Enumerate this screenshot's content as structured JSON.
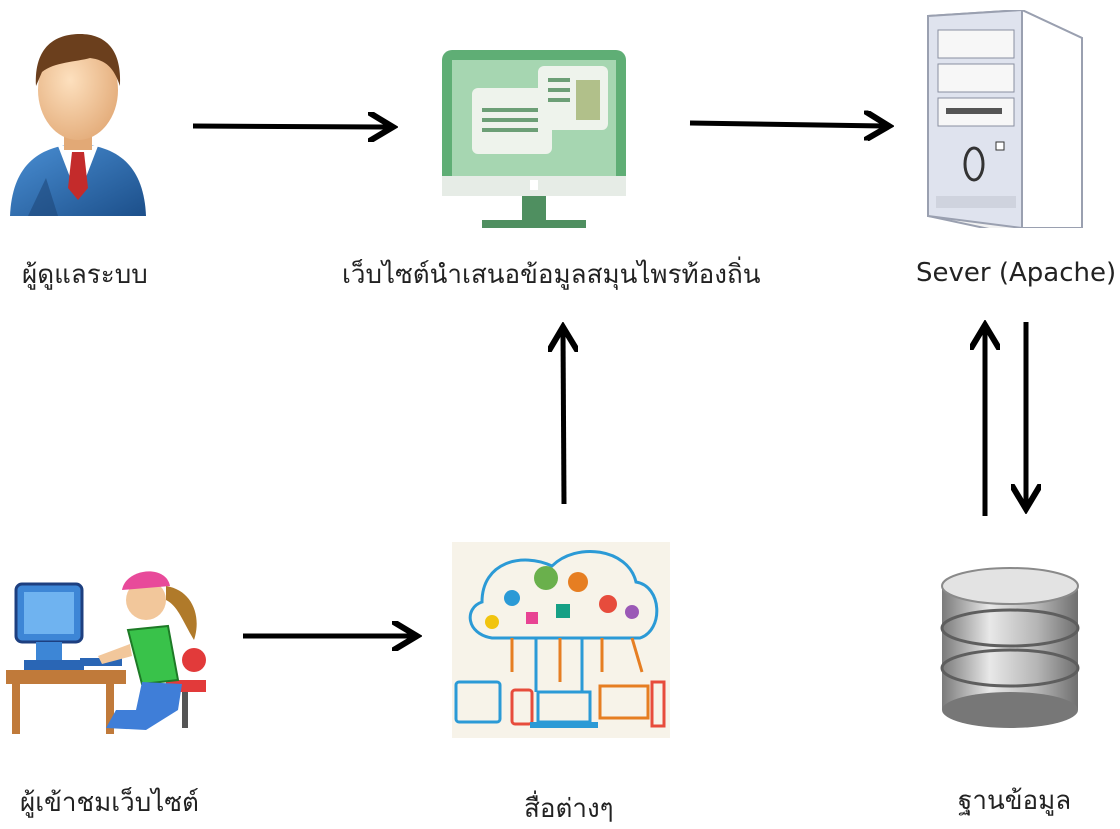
{
  "labels": {
    "admin": "ผู้ดูแลระบบ",
    "website": "เว็บไซต์นำเสนอข้อมูลสมุนไพรท้องถิ่น",
    "server": "Sever (Apache)",
    "visitor": "ผู้เข้าชมเว็บไซต์",
    "media": "สื่อต่างๆ",
    "database": "ฐานข้อมูล"
  },
  "colors": {
    "arrow": "#000000",
    "monitor_bezel": "#5fae75",
    "monitor_screen": "#a6d6b1",
    "suit": "#2c6fb0",
    "skin": "#f2c79b",
    "db_metal": "#a9a9a9"
  },
  "icons": {
    "admin": "businessman-icon",
    "website": "monitor-icon",
    "server": "server-tower-icon",
    "visitor": "person-at-computer-icon",
    "media": "social-media-network-icon",
    "database": "database-cylinder-icon"
  }
}
